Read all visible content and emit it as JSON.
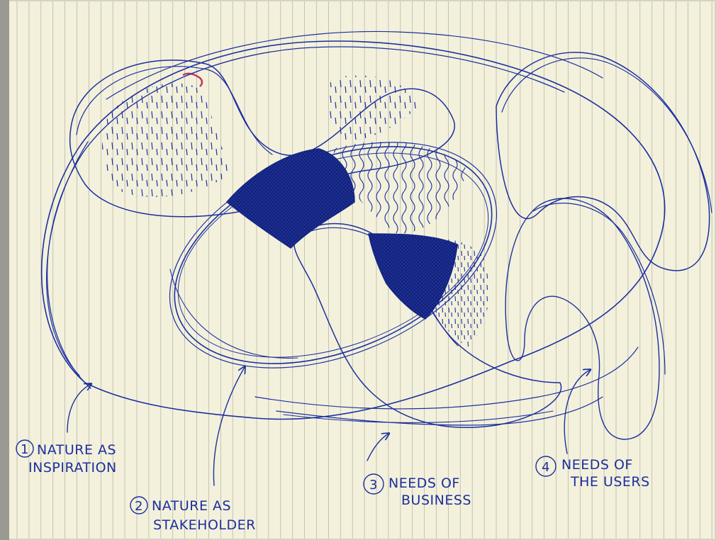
{
  "colors": {
    "paper": "#f3f1dc",
    "rule_line": "#b9b8a8",
    "ink": "#1c2f9e",
    "dense_ink": "#1a2a86",
    "shadow": "#8a8a80",
    "red_mark": "#c8385a"
  },
  "labels": [
    {
      "number": "1",
      "line1": "NATURE AS",
      "line2": "INSPIRATION"
    },
    {
      "number": "2",
      "line1": "NATURE AS",
      "line2": "STAKEHOLDER"
    },
    {
      "number": "3",
      "line1": "NEEDS OF",
      "line2": "BUSINESS"
    },
    {
      "number": "4",
      "line1": "NEEDS OF",
      "line2": "THE USERS"
    }
  ]
}
